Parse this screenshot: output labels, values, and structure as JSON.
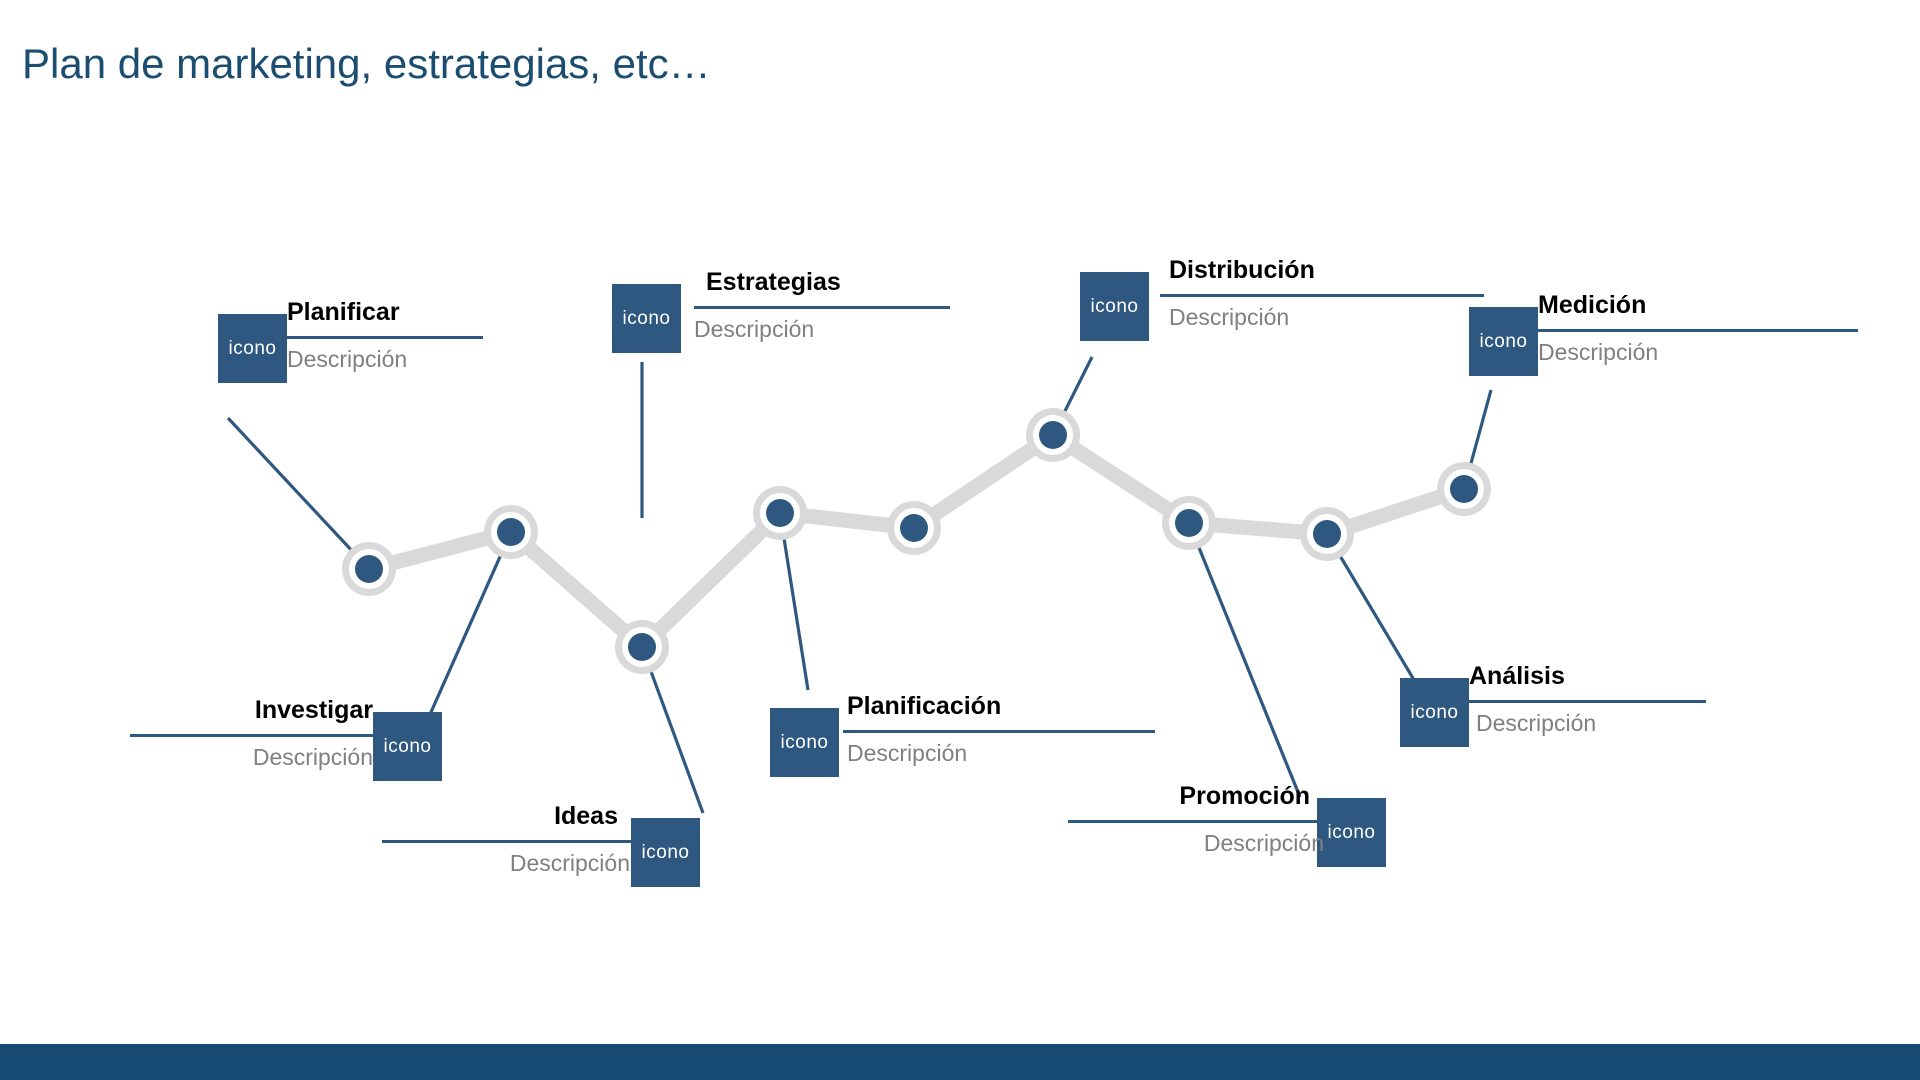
{
  "slide": {
    "title": "Plan de marketing, estrategias, etc…",
    "background": "#ffffff",
    "accent_dark": "#164A72",
    "accent_blue": "#2F5880",
    "title_color": "#1B4D70",
    "line_gray": "#D9D9D9",
    "desc_gray": "#808080"
  },
  "chart_data": {
    "type": "line",
    "title": "Plan de marketing, estrategias, etc…",
    "xlabel": "",
    "ylabel": "",
    "grid": false,
    "legend": "none",
    "marker": "ringed-dot",
    "line_color": "#D9D9D9",
    "marker_fill": "#2F5880",
    "marker_ring": "#D9D9D9",
    "x": [
      369,
      511,
      642,
      780,
      914,
      1053,
      1189,
      1327,
      1464
    ],
    "y": [
      569,
      532,
      647,
      513,
      528,
      435,
      523,
      534,
      489
    ],
    "point_labels": [
      "Planificar",
      "Investigar",
      "Ideas",
      "Estrategias",
      "Planificación",
      "Distribución",
      "Promoción",
      "Análisis",
      "Medición"
    ]
  },
  "callouts": [
    {
      "id": "planificar",
      "icon": "icono",
      "title": "Planificar",
      "desc": "Descripción",
      "align": "left",
      "rule_width": 196
    },
    {
      "id": "investigar",
      "icon": "icono",
      "title": "Investigar",
      "desc": "Descripción",
      "align": "right",
      "rule_width": 246
    },
    {
      "id": "ideas",
      "icon": "icono",
      "title": "Ideas",
      "desc": "Descripción",
      "align": "right",
      "rule_width": 246
    },
    {
      "id": "estrategias",
      "icon": "icono",
      "title": "Estrategias",
      "desc": "Descripción",
      "align": "left",
      "rule_width": 246
    },
    {
      "id": "planificacion",
      "icon": "icono",
      "title": "Planificación",
      "desc": "Descripción",
      "align": "left",
      "rule_width": 246
    },
    {
      "id": "distribucion",
      "icon": "icono",
      "title": "Distribución",
      "desc": "Descripción",
      "align": "left",
      "rule_width": 246
    },
    {
      "id": "promocion",
      "icon": "icono",
      "title": "Promoción",
      "desc": "Descripción",
      "align": "right",
      "rule_width": 256
    },
    {
      "id": "analisis",
      "icon": "icono",
      "title": "Análisis",
      "desc": "Descripción",
      "align": "left",
      "rule_width": 246
    },
    {
      "id": "medicion",
      "icon": "icono",
      "title": "Medición",
      "desc": "Descripción",
      "align": "left",
      "rule_width": 246
    }
  ]
}
